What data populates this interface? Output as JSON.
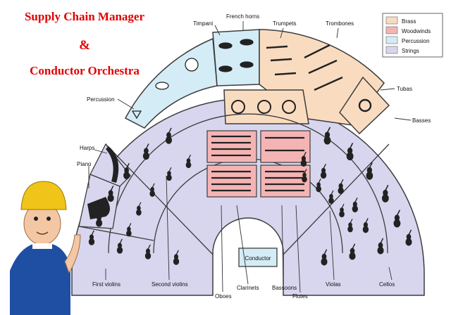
{
  "title": {
    "line1": "Supply Chain Manager",
    "line2": "&",
    "line3": "Conductor Orchestra"
  },
  "legend": [
    {
      "label": "Brass",
      "color": "#f9dcc0"
    },
    {
      "label": "Woodwinds",
      "color": "#f5b4b4"
    },
    {
      "label": "Percussion",
      "color": "#d4ecf6"
    },
    {
      "label": "Strings",
      "color": "#d8d6ee"
    }
  ],
  "labels": {
    "timpani": "Timpani",
    "french_horns": "French horns",
    "trumpets": "Trumpets",
    "trombones": "Trombones",
    "tubas": "Tubas",
    "basses": "Basses",
    "percussion": "Percussion",
    "harps": "Harps",
    "piano": "Piano",
    "first_violins": "First violins",
    "second_violins": "Second violins",
    "oboes": "Oboes",
    "clarinets": "Clarinets",
    "bassoons": "Bassoons",
    "flutes": "Flutes",
    "violas": "Violas",
    "cellos": "Cellos"
  },
  "conductor": "Conductor",
  "colors": {
    "brass": "#f9dcc0",
    "woodwinds": "#f5b4b4",
    "percussion": "#d4ecf6",
    "strings": "#d8d6ee",
    "outline": "#3c3c3c",
    "title": "#e10000",
    "helmet": "#f0c419",
    "shirt": "#1f4fa3"
  }
}
